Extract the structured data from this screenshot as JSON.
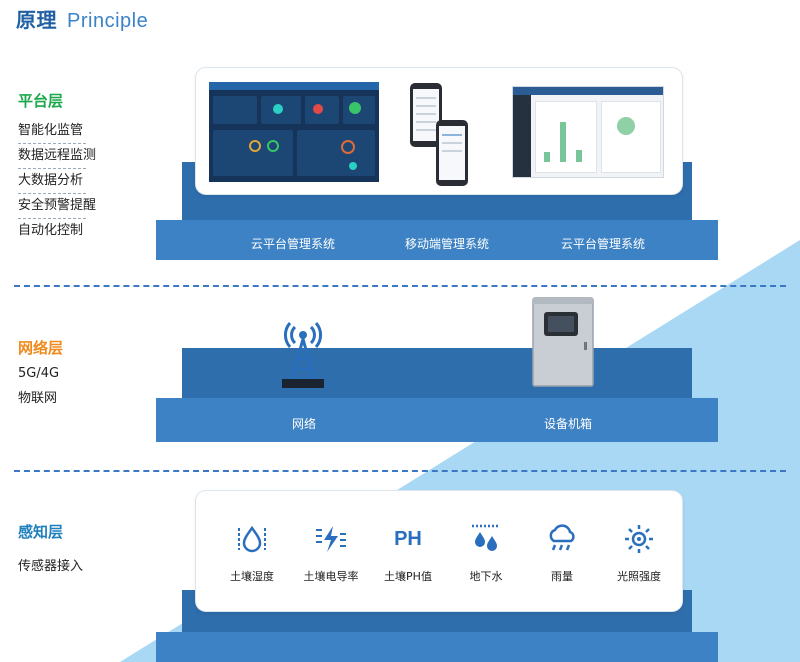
{
  "title": {
    "cn": "原理",
    "en": "Principle"
  },
  "layers": {
    "platform": {
      "heading": "平台层",
      "features": [
        "智能化监管",
        "数据远程监测",
        "大数据分析",
        "安全预警提醒",
        "自动化控制"
      ],
      "slab_labels": [
        "云平台管理系统",
        "移动端管理系统",
        "云平台管理系统"
      ]
    },
    "network": {
      "heading": "网络层",
      "features": [
        "5G/4G",
        "物联网"
      ],
      "slab_labels": [
        "网络",
        "设备机箱"
      ]
    },
    "sensing": {
      "heading": "感知层",
      "features": [
        "传感器接入"
      ],
      "sensors": [
        {
          "label": "土壤湿度",
          "icon": "soil-moisture-icon"
        },
        {
          "label": "土壤电导率",
          "icon": "soil-conductivity-icon"
        },
        {
          "label": "土壤PH值",
          "icon": "ph-icon",
          "glyph": "PH"
        },
        {
          "label": "地下水",
          "icon": "groundwater-icon"
        },
        {
          "label": "雨量",
          "icon": "rainfall-icon"
        },
        {
          "label": "光照强度",
          "icon": "light-intensity-icon"
        }
      ]
    }
  },
  "colors": {
    "primary_blue": "#2e6eac",
    "slab_front": "#3d82c4",
    "platform_green": "#1aa84b",
    "network_orange": "#f08a1c",
    "sensing_blue": "#1f7fbf",
    "wedge_light_blue": "#a8d8f4",
    "icon_blue": "#2a6fbd"
  }
}
